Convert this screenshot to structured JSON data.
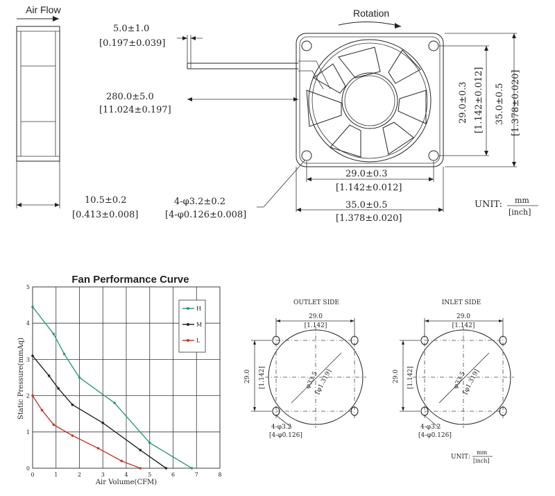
{
  "top": {
    "air_flow_label": "Air Flow",
    "rotation_label": "Rotation",
    "lead_gap": {
      "mm": "5.0±1.0",
      "inch": "[0.197±0.039]"
    },
    "lead_length": {
      "mm": "280.0±5.0",
      "inch": "[11.024±0.197]"
    },
    "thickness": {
      "mm": "10.5±0.2",
      "inch": "[0.413±0.008]"
    },
    "holes": {
      "mm": "4-φ3.2±0.2",
      "inch": "[4-φ0.126±0.008]"
    },
    "hole_pitch_h": {
      "mm": "29.0±0.3",
      "inch": "[1.142±0.012]"
    },
    "frame_width": {
      "mm": "35.0±0.5",
      "inch": "[1.378±0.020]"
    },
    "hole_pitch_v": {
      "mm": "29.0±0.3",
      "inch": "[1.142±0.012]"
    },
    "frame_height": {
      "mm": "35.0±0.5",
      "inch": "[1.378±0.020]"
    },
    "unit": {
      "label": "UNIT:",
      "top": "mm",
      "bottom": "[inch]"
    }
  },
  "outlet": {
    "title": "OUTLET SIDE",
    "pitch_h": "29.0",
    "pitch_h_in": "[1.142]",
    "pitch_v": "29.0",
    "pitch_v_in": "[1.142]",
    "dia": "φ33.5",
    "dia_in": "[φ1.319]",
    "holes": "4-φ3.2",
    "holes_in": "[4-φ0.126]"
  },
  "inlet": {
    "title": "INLET SIDE",
    "pitch_h": "29.0",
    "pitch_h_in": "[1.142]",
    "pitch_v": "29.0",
    "pitch_v_in": "[1.142]",
    "dia": "φ33.5",
    "dia_in": "[φ1.319]",
    "holes": "4-φ3.2",
    "holes_in": "[4-φ0.126]"
  },
  "unit2": {
    "label": "UNIT:",
    "top": "mm",
    "bottom": "[inch]"
  },
  "chart_data": {
    "type": "line",
    "title": "Fan Performance Curve",
    "xlabel": "Air Volume(CFM)",
    "ylabel": "Static Pressure(mmAq)",
    "xlim": [
      0,
      8
    ],
    "ylim": [
      0,
      5
    ],
    "x_ticks": [
      "0",
      "1",
      "2",
      "3",
      "4",
      "5",
      "6",
      "7",
      "8"
    ],
    "y_ticks": [
      "0",
      "1",
      "2",
      "3",
      "4",
      "5"
    ],
    "grid": true,
    "legend_position": "top-right",
    "series": [
      {
        "name": "H",
        "color": "#2e9a78",
        "points": [
          [
            0,
            4.45
          ],
          [
            0.9,
            3.7
          ],
          [
            1.35,
            3.15
          ],
          [
            2.0,
            2.5
          ],
          [
            3.5,
            1.8
          ],
          [
            5.0,
            0.7
          ],
          [
            6.8,
            0
          ]
        ]
      },
      {
        "name": "M",
        "color": "#222222",
        "points": [
          [
            0,
            3.1
          ],
          [
            0.7,
            2.55
          ],
          [
            1.1,
            2.2
          ],
          [
            1.7,
            1.75
          ],
          [
            3.0,
            1.25
          ],
          [
            4.6,
            0.5
          ],
          [
            5.7,
            0
          ]
        ]
      },
      {
        "name": "L",
        "color": "#c0392b",
        "points": [
          [
            0,
            2.0
          ],
          [
            0.4,
            1.6
          ],
          [
            0.9,
            1.2
          ],
          [
            1.7,
            0.9
          ],
          [
            2.8,
            0.55
          ],
          [
            3.8,
            0.2
          ],
          [
            4.6,
            0
          ]
        ]
      }
    ]
  }
}
